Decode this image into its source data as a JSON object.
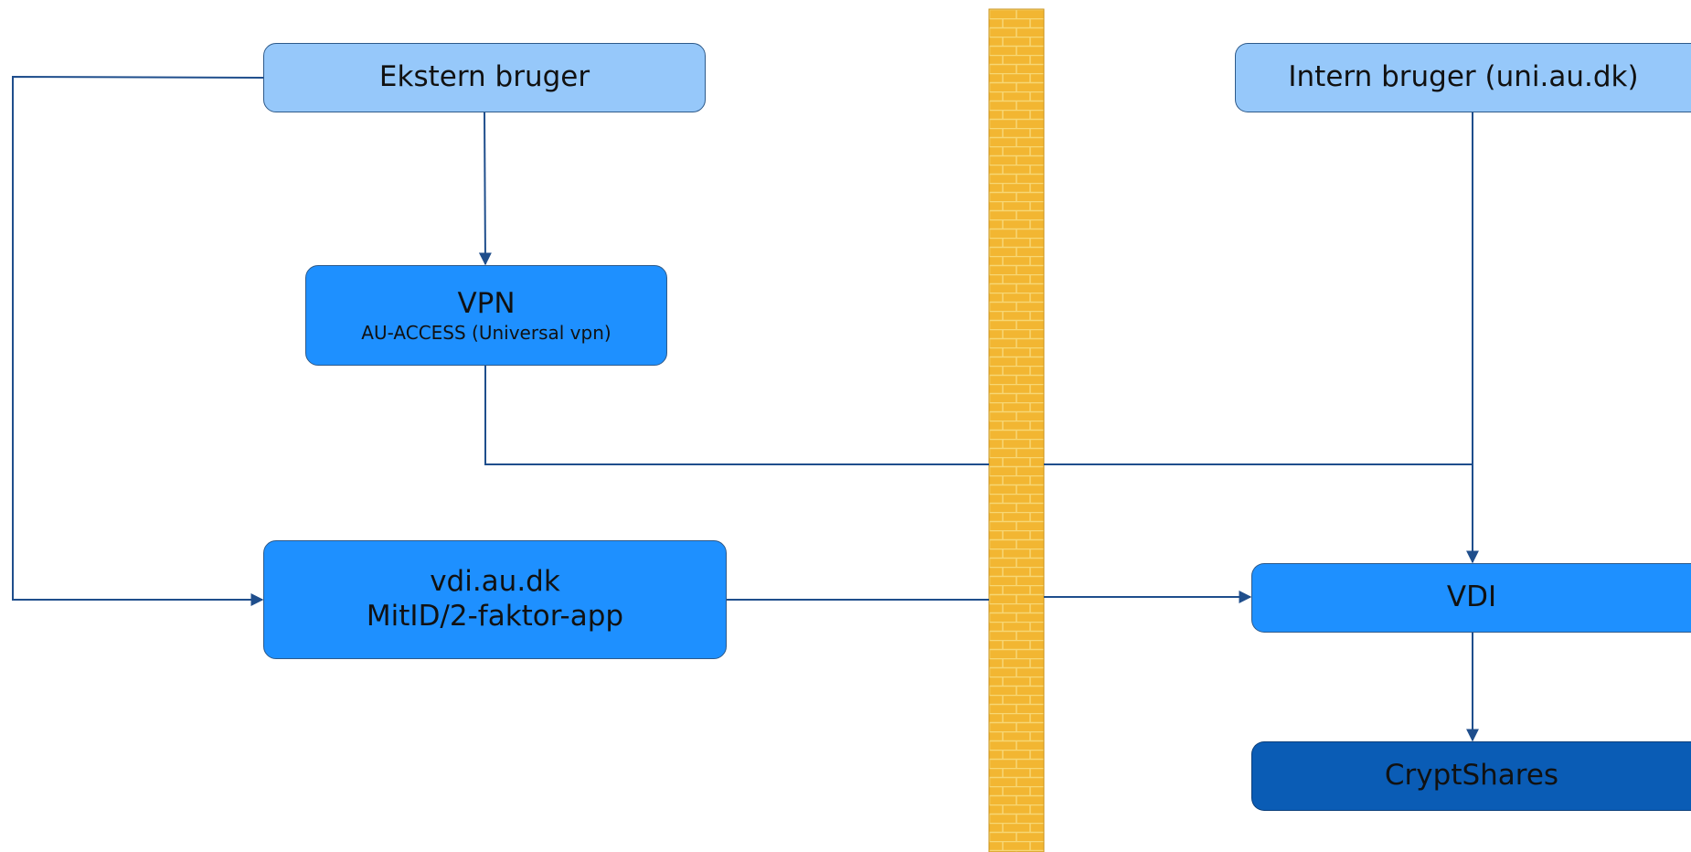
{
  "nodes": {
    "ekstern": {
      "label": "Ekstern bruger"
    },
    "intern": {
      "label": "Intern bruger (uni.au.dk)"
    },
    "vpn": {
      "label": "VPN",
      "sublabel": "AU-ACCESS (Universal vpn)"
    },
    "vdi_au": {
      "line1": "vdi.au.dk",
      "line2": "MitID/2-faktor-app"
    },
    "vdi": {
      "label": "VDI"
    },
    "cryptshares": {
      "label": "CryptShares"
    }
  },
  "colors": {
    "light_box": "#96c8fa",
    "mid_box": "#1e90ff",
    "dark_box": "#0a5cb5",
    "connector": "#1f4e8c",
    "firewall": "#f2b632",
    "firewall_brick_line": "#f7d774"
  },
  "edges": [
    {
      "from": "Ekstern bruger",
      "to": "VPN"
    },
    {
      "from": "Ekstern bruger",
      "to": "vdi.au.dk"
    },
    {
      "from": "VPN",
      "to": "VDI"
    },
    {
      "from": "Intern bruger (uni.au.dk)",
      "to": "VDI"
    },
    {
      "from": "vdi.au.dk",
      "to": "VDI"
    },
    {
      "from": "VDI",
      "to": "CryptShares"
    }
  ]
}
